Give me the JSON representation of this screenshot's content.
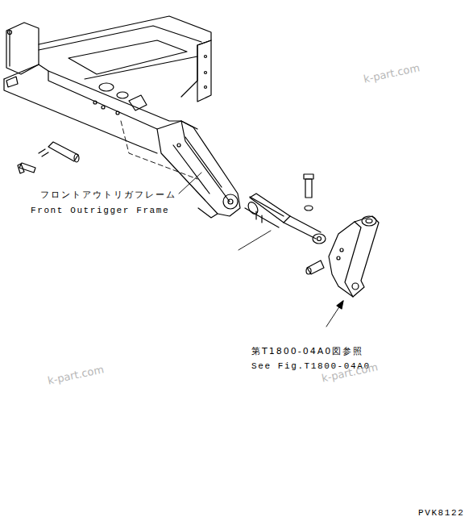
{
  "diagram": {
    "labels": [
      "フロントアウトリガフレーム",
      "Front Outrigger Frame",
      "第T1800-04A0図参照",
      "See Fig.T1800-04A0",
      "PVK8122",
      "k-part.com",
      "k-part.com",
      "k-part.com"
    ]
  }
}
